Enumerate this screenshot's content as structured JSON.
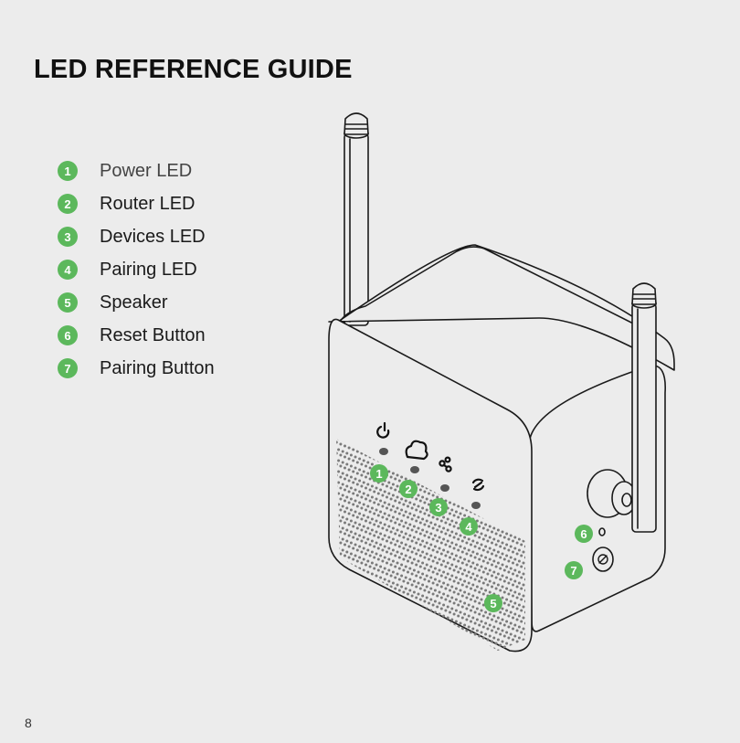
{
  "title": "LED REFERENCE GUIDE",
  "legend": [
    {
      "num": "1",
      "label": "Power LED"
    },
    {
      "num": "2",
      "label": "Router LED"
    },
    {
      "num": "3",
      "label": "Devices LED"
    },
    {
      "num": "4",
      "label": "Pairing LED"
    },
    {
      "num": "5",
      "label": "Speaker"
    },
    {
      "num": "6",
      "label": "Reset Button"
    },
    {
      "num": "7",
      "label": "Pairing Button"
    }
  ],
  "callouts": [
    "1",
    "2",
    "3",
    "4",
    "5",
    "6",
    "7"
  ],
  "page_number": "8",
  "colors": {
    "accent": "#5cb85c",
    "background": "#ececec",
    "line": "#1a1a1a"
  }
}
